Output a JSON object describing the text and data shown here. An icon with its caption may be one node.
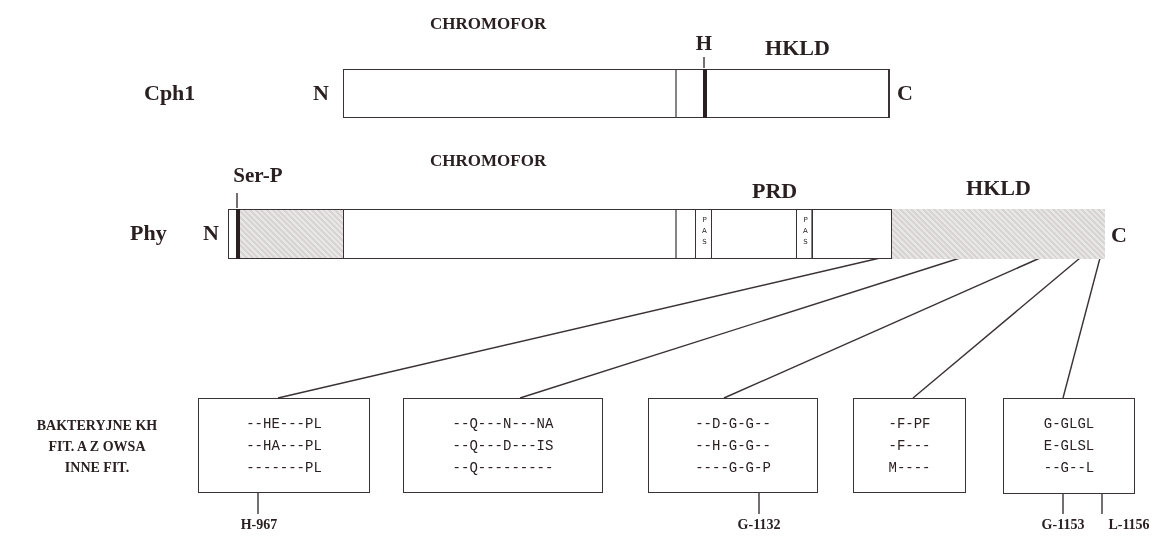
{
  "diagram": {
    "nodes": [
      {
        "text": [
          "H"
        ]
      },
      {
        "text": [],
        "shape": "bar"
      },
      {
        "text": [],
        "shape": "bar",
        "in": 1
      },
      {
        "text": [
          "HKLD"
        ],
        "in": 1
      },
      {
        "text": [
          "Ser-P"
        ]
      },
      {
        "text": [],
        "shape": "bar"
      },
      {
        "text": [],
        "shape": "bar",
        "in": 5
      },
      {
        "text": [],
        "shape": "box",
        "in": 5
      },
      {
        "text": [
          "PAS"
        ],
        "in": 5
      },
      {
        "text": [
          "PAS"
        ],
        "in": 5
      },
      {
        "text": [
          "HKLD"
        ],
        "in": 5
      },
      {
        "text": [
          "--HE---PL",
          "--HA---PL",
          "-------PL"
        ]
      },
      {
        "text": [
          "--Q---N---NA",
          "--Q---D---IS",
          "--Q---------"
        ]
      },
      {
        "text": [
          "--D-G-G--",
          "--H-G-G--",
          "----G-G-P"
        ]
      },
      {
        "text": [
          "-F-PF",
          "-F---",
          "M----"
        ]
      },
      {
        "text": [
          "G-GLGL",
          "E-GLSL",
          "--G--L"
        ]
      },
      {
        "text": [
          "H-967"
        ]
      },
      {
        "text": [
          "G-1132"
        ]
      },
      {
        "text": [
          "G-1153"
        ]
      },
      {
        "text": [
          "L-1156"
        ]
      }
    ],
    "edges": [
      {
        "from": 0,
        "to": 2,
        "arrow": "none"
      },
      {
        "from": 4,
        "to": 6,
        "arrow": "none"
      },
      {
        "from": 10,
        "to": 11,
        "arrow": "none"
      },
      {
        "from": 10,
        "to": 12,
        "arrow": "none"
      },
      {
        "from": 10,
        "to": 13,
        "arrow": "none"
      },
      {
        "from": 10,
        "to": 14,
        "arrow": "none"
      },
      {
        "from": 10,
        "to": 15,
        "arrow": "none"
      },
      {
        "from": 16,
        "to": 11,
        "arrow": "none"
      },
      {
        "from": 17,
        "to": 13,
        "arrow": "none"
      },
      {
        "from": 18,
        "to": 15,
        "arrow": "none"
      },
      {
        "from": 19,
        "to": 15,
        "arrow": "none"
      }
    ],
    "labels": [
      "CHROMOFOR",
      "Cph1",
      "N",
      "C",
      "CHROMOFOR",
      "PRD",
      "Phy",
      "N",
      "C",
      "BAKTERYJNE KH",
      "FIT. A Z OWSA",
      "INNE FIT."
    ]
  }
}
